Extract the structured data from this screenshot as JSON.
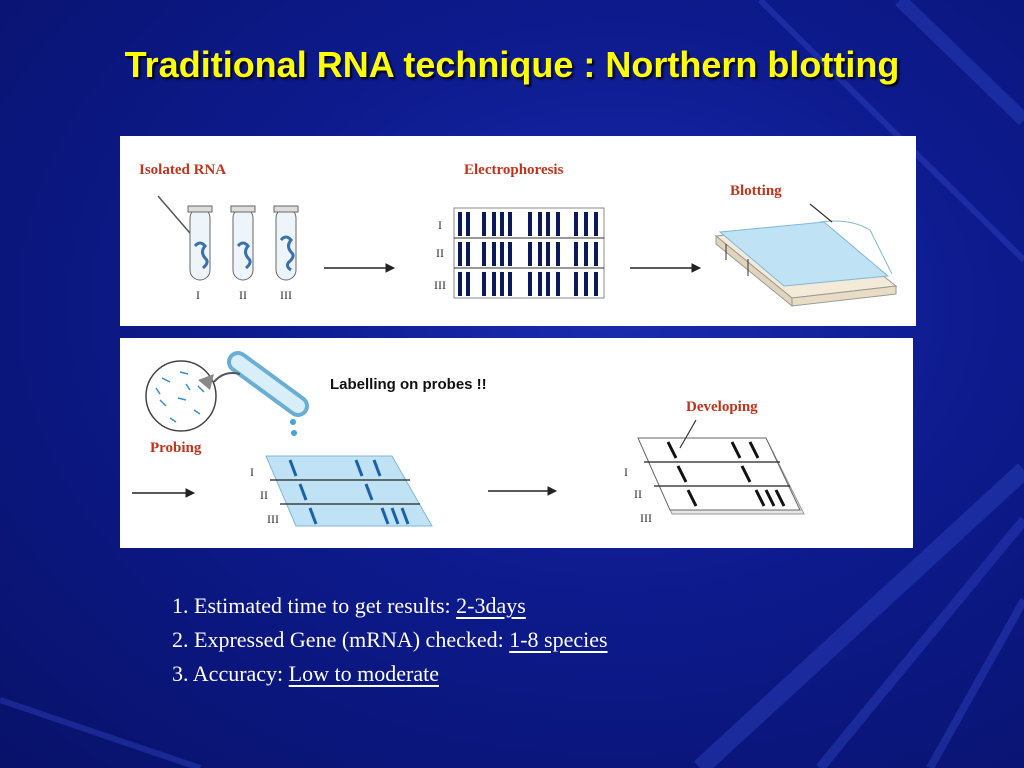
{
  "title": "Traditional RNA technique : Northern blotting",
  "top_panel": {
    "isolated_rna": "Isolated RNA",
    "electrophoresis": "Electrophoresis",
    "blotting": "Blotting",
    "tube_labels": [
      "I",
      "II",
      "III"
    ],
    "lane_labels": [
      "I",
      "II",
      "III"
    ]
  },
  "bottom_panel": {
    "labelling": "Labelling on probes !!",
    "probing": "Probing",
    "developing": "Developing",
    "lane_labels_probe": [
      "I",
      "II",
      "III"
    ],
    "lane_labels_dev": [
      "I",
      "II",
      "III"
    ]
  },
  "results": [
    {
      "label": "1. Estimated time to get results: ",
      "value": "2-3days"
    },
    {
      "label": "2. Expressed Gene (mRNA) checked: ",
      "value": "1-8 species"
    },
    {
      "label": "3. Accuracy: ",
      "value": "Low to moderate"
    }
  ],
  "colors": {
    "background": "#0d1a8c",
    "title": "#ffff00",
    "step_label": "#c0341d",
    "membrane": "#bfe2f5",
    "band": "#0a1a5c"
  }
}
